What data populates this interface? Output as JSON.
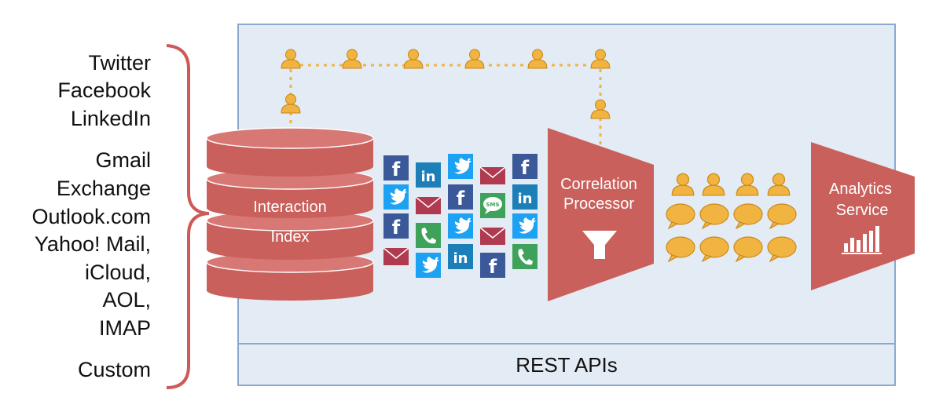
{
  "sources": {
    "social": [
      "Twitter",
      "Facebook",
      "LinkedIn"
    ],
    "email": [
      "Gmail",
      "Exchange",
      "Outlook.com",
      "Yahoo! Mail,",
      "iCloud,",
      "AOL,",
      "IMAP"
    ],
    "custom": [
      "Custom"
    ]
  },
  "interaction_index": {
    "line1": "Interaction",
    "line2": "Index"
  },
  "correlation_processor": {
    "line1": "Correlation",
    "line2": "Processor"
  },
  "analytics_service": {
    "line1": "Analytics",
    "line2": "Service"
  },
  "rest_apis": {
    "label": "REST APIs"
  },
  "message_icons": [
    "facebook-icon",
    "linkedin-icon",
    "twitter-icon",
    "mail-icon",
    "facebook-icon",
    "twitter-icon",
    "mail-icon",
    "facebook-icon",
    "sms-icon",
    "linkedin-icon",
    "facebook-icon",
    "phone-icon",
    "twitter-icon",
    "mail-icon",
    "twitter-icon",
    "mail-icon",
    "twitter-icon",
    "linkedin-icon",
    "facebook-icon",
    "phone-icon"
  ],
  "colors": {
    "panel_fill": "#e3ebf4",
    "panel_border": "#8aa9cf",
    "brand_red": "#c9605c",
    "person_orange": "#f2b441",
    "brace": "#cd5a58",
    "facebook": "#3b5998",
    "twitter": "#1da1f2",
    "linkedin": "#1d7fb8",
    "mail": "#b03a50",
    "green": "#3fa25a"
  }
}
